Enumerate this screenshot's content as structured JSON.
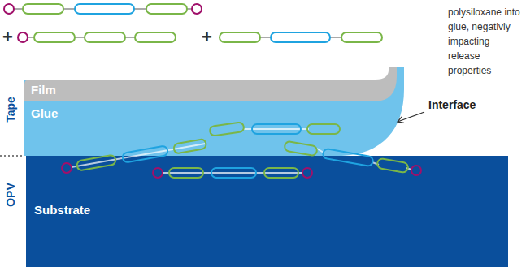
{
  "diagram": {
    "nodes": [
      {
        "text": [
          "Film"
        ]
      },
      {
        "text": [
          "Glue"
        ]
      },
      {
        "text": [
          "Substrate"
        ]
      }
    ],
    "labels": [
      "+",
      "+",
      "polysiloxane into glue, negativly impacting release properties",
      "Tape",
      "Interface",
      "OPV"
    ]
  }
}
